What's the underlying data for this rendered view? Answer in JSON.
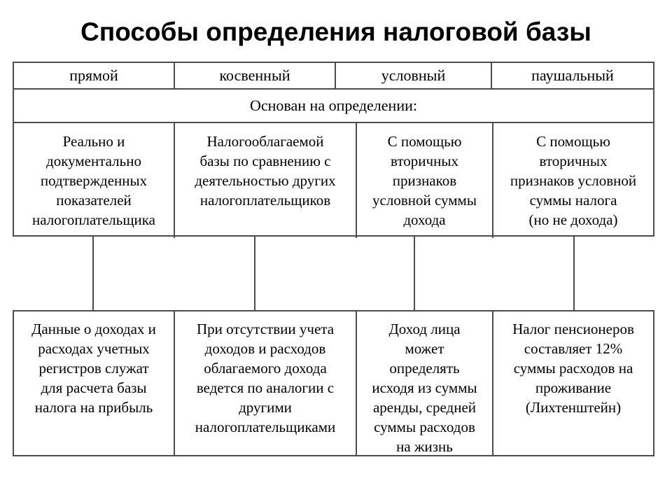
{
  "title": "Способы определения налоговой базы",
  "colors": {
    "background": "#ffffff",
    "text": "#000000",
    "border": "#4c4c4c"
  },
  "top_table": {
    "methods": [
      "прямой",
      "косвенный",
      "условный",
      "паушальный"
    ],
    "based_on_label": "Основан на определении:",
    "definitions": [
      "Реально и\nдокументально\nподтвержденных\nпоказателей\nналогоплательщика",
      "Налогооблагаемой\nбазы по сравнению с\nдеятельностью других\nналогоплательщиков",
      "С помощью\nвторичных\nпризнаков\nусловной суммы\nдохода",
      "С помощью\nвторичных\nпризнаков условной\nсуммы налога\n(но не дохода)"
    ]
  },
  "bottom_table": {
    "examples": [
      "Данные о доходах и\nрасходах учетных\nрегистров служат\nдля расчета базы\nналога на прибыль",
      "При отсутствии учета\nдоходов и расходов\nоблагаемого дохода\nведется по аналогии с\nдругими\nналогоплательщиками",
      "Доход лица\nможет\nопределять\nисходя из суммы\nаренды, средней\nсуммы расходов\nна жизнь",
      "Налог пенсионеров\nсоставляет 12%\nсуммы расходов на\nпроживание\n(Лихтенштейн)"
    ]
  }
}
